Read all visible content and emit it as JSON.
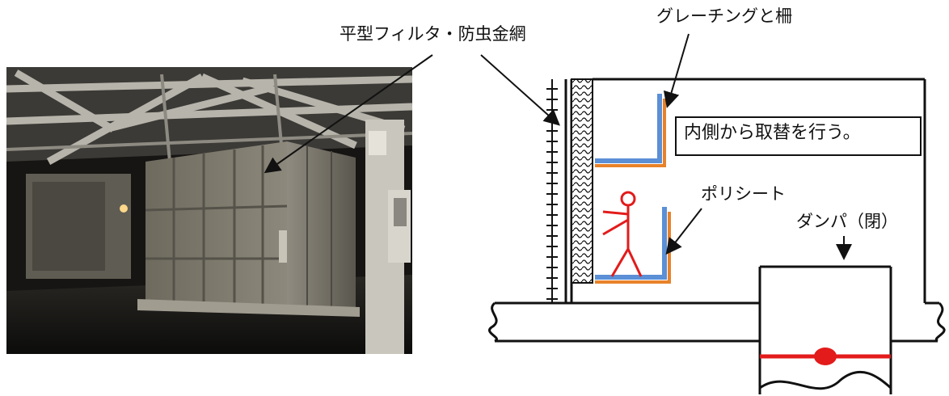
{
  "labels": {
    "filter": "平型フィルタ・防虫金網",
    "grating": "グレーチングと柵",
    "note": "内側から取替を行う。",
    "polysheet": "ポリシート",
    "damper": "ダンパ（閉）"
  },
  "colors": {
    "outline": "#000000",
    "blue_panel": "#5b8fd6",
    "orange_panel": "#e8822a",
    "person": "#e31b1b",
    "damper": "#e31b1b",
    "photo_dark": "#141414",
    "photo_panel": "#7c786c"
  },
  "icons": {
    "person": "person-stick-figure-icon",
    "arrow": "pointer-arrow-icon"
  }
}
